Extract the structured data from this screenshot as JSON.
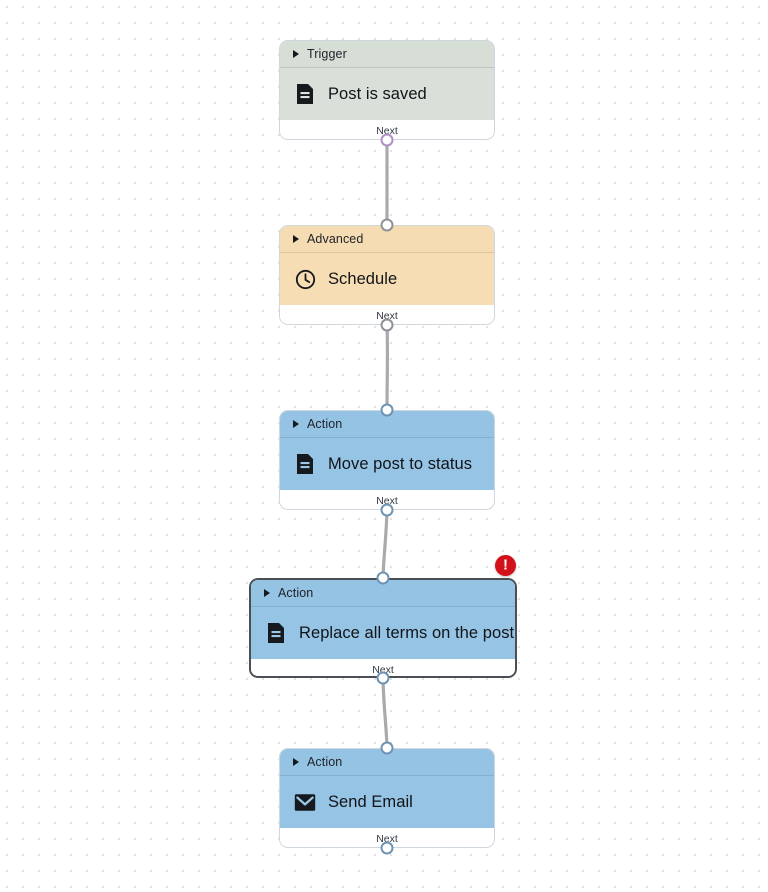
{
  "canvas": {
    "background_color": "#ffffff",
    "grid_dot_color": "#e3e0e0",
    "grid_spacing": "16px"
  },
  "theme_colors": {
    "trigger_header": "#d6ded6",
    "trigger_body": "#d9e0d9",
    "advanced_header": "#f6dcb2",
    "advanced_body": "#f7ddb4",
    "action_header": "#95c3e3",
    "action_body": "#96c4e4",
    "edge_stroke": "#a9a9ae",
    "error_badge": "#d3111b",
    "selected_border": "#4a4f55"
  },
  "workflow": {
    "nodes": [
      {
        "id": "node-trigger",
        "category": "Trigger",
        "title": "Post is saved",
        "icon": "document-icon",
        "footer_label": "Next",
        "theme": "trigger",
        "selected": false,
        "has_error": false
      },
      {
        "id": "node-advanced",
        "category": "Advanced",
        "title": "Schedule",
        "icon": "clock-icon",
        "footer_label": "Next",
        "theme": "advanced",
        "selected": false,
        "has_error": false
      },
      {
        "id": "node-action-move",
        "category": "Action",
        "title": "Move post to status",
        "icon": "document-icon",
        "footer_label": "Next",
        "theme": "action",
        "selected": false,
        "has_error": false
      },
      {
        "id": "node-action-replace",
        "category": "Action",
        "title": "Replace all terms on the post",
        "icon": "document-icon",
        "footer_label": "Next",
        "theme": "action",
        "selected": true,
        "has_error": true,
        "error_symbol": "!"
      },
      {
        "id": "node-action-email",
        "category": "Action",
        "title": "Send Email",
        "icon": "envelope-icon",
        "footer_label": "Next",
        "theme": "action",
        "selected": false,
        "has_error": false
      }
    ]
  }
}
